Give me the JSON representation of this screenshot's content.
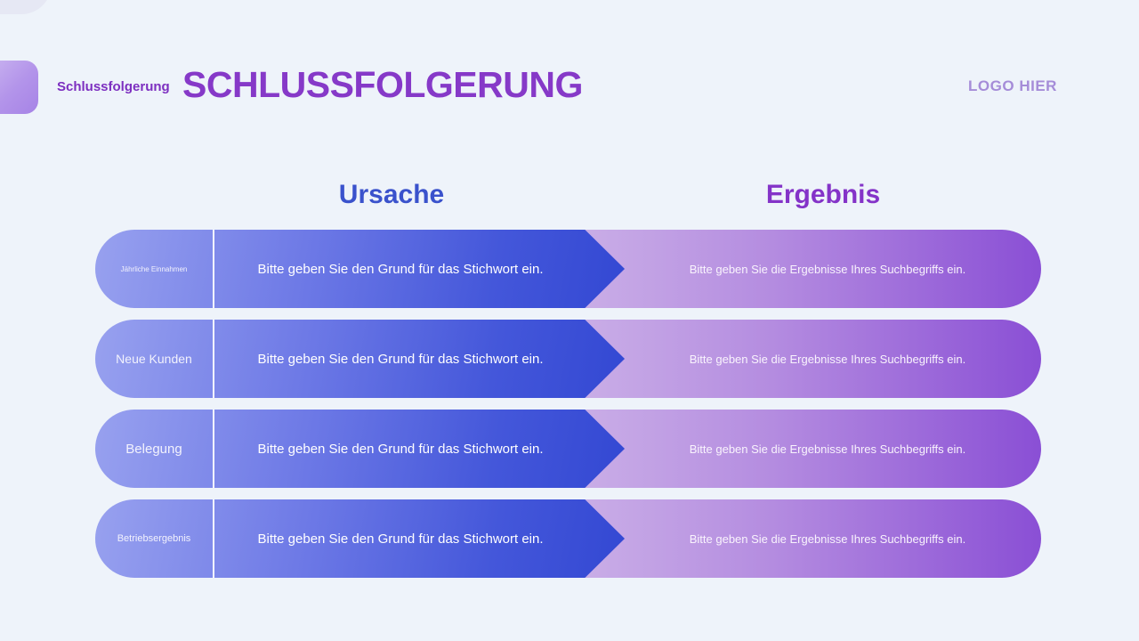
{
  "slide": {
    "tag": "Schlussfolgerung",
    "title": "SCHLUSSFOLGERUNG",
    "logo_placeholder": "LOGO HIER",
    "columns": {
      "cause": "Ursache",
      "result": "Ergebnis"
    },
    "rows": [
      {
        "label": "Jährliche Einnahmen",
        "cause": "Bitte geben Sie den Grund für das Stichwort ein.",
        "result": "Bitte geben Sie die Ergebnisse Ihres Suchbegriffs ein."
      },
      {
        "label": "Neue Kunden",
        "cause": "Bitte geben Sie den Grund für das Stichwort ein.",
        "result": "Bitte geben Sie die Ergebnisse Ihres Suchbegriffs ein."
      },
      {
        "label": "Belegung",
        "cause": "Bitte geben Sie den Grund für das Stichwort ein.",
        "result": "Bitte geben Sie die Ergebnisse Ihres Suchbegriffs ein."
      },
      {
        "label": "Betriebsergebnis",
        "cause": "Bitte geben Sie den Grund für das Stichwort ein.",
        "result": "Bitte geben Sie die Ergebnisse Ihres Suchbegriffs ein."
      }
    ],
    "colors": {
      "background": "#eef3fa",
      "title_purple": "#8639c8",
      "tag_purple": "#7d2fc0",
      "logo_lavender": "#a58cd8",
      "cause_header_blue": "#3a52cc",
      "result_header_purple": "#8433c8",
      "arrow_gradient_start": "#98a1ef",
      "arrow_gradient_end": "#3348d3",
      "result_gradient_start": "#cdb3e8",
      "result_gradient_end": "#8a4fd5"
    }
  }
}
